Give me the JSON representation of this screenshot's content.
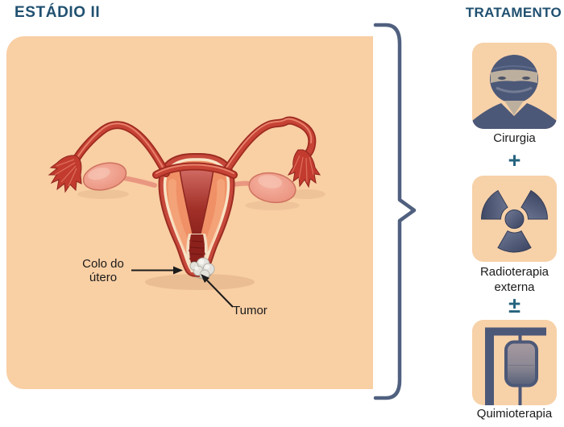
{
  "stage": {
    "title": "ESTÁDIO II"
  },
  "treatment": {
    "heading": "TRATAMENTO",
    "operator_plus": "+",
    "operator_plusminus": "±",
    "items": [
      {
        "id": "surgery",
        "icon": "surgeon-icon",
        "label": "Cirurgia"
      },
      {
        "id": "external-radiotherapy",
        "icon": "radiation-icon",
        "label": "Radioterapia externa"
      },
      {
        "id": "chemotherapy",
        "icon": "iv-drip-icon",
        "label": "Quimioterapia"
      }
    ]
  },
  "illustration": {
    "labels": {
      "cervix_line1": "Colo do",
      "cervix_line2": "útero",
      "tumor": "Tumor"
    }
  },
  "colors": {
    "heading_blue": "#205070",
    "operator_teal": "#26647E",
    "panel_peach": "#F9CFA4",
    "icon_box_peach": "#F7D1A8",
    "icon_navy": "#4C5878",
    "brace": "#50607F",
    "label_text": "#1A1A1A",
    "uterus_red": "#C7483B",
    "uterus_salmon": "#F09066",
    "cavity_dark_red": "#8C211C",
    "ovary_pink": "#EC9B89",
    "tumor_gray": "#E2E1DB"
  }
}
